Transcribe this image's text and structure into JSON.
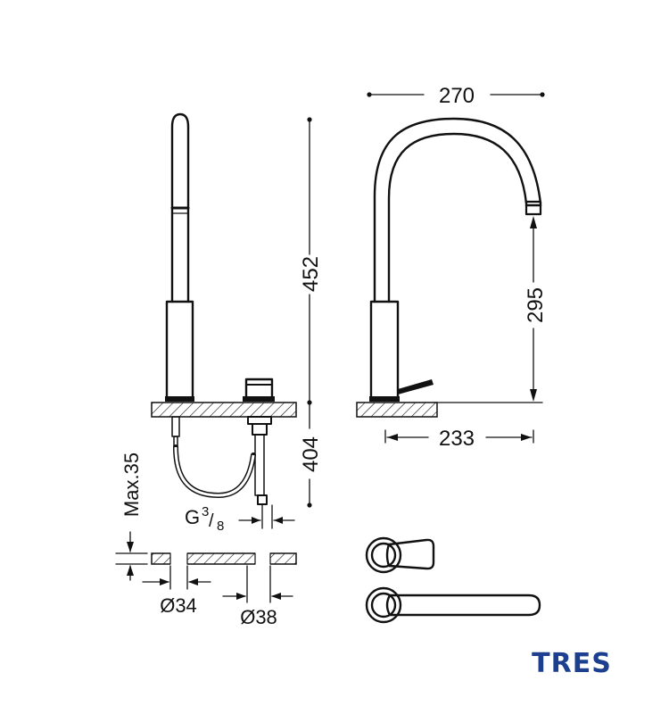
{
  "dimensions": {
    "overall_height": "452",
    "spout_reach_top": "270",
    "spout_height": "295",
    "base_depth": "233",
    "under_counter": "404",
    "max_thickness": "Max.35",
    "thread_prefix": "G",
    "thread_num": "3",
    "thread_den": "8",
    "hole_small": "Ø34",
    "hole_large": "Ø38"
  },
  "brand": {
    "logo_text": "TRES",
    "color": "#1d3f8f"
  }
}
